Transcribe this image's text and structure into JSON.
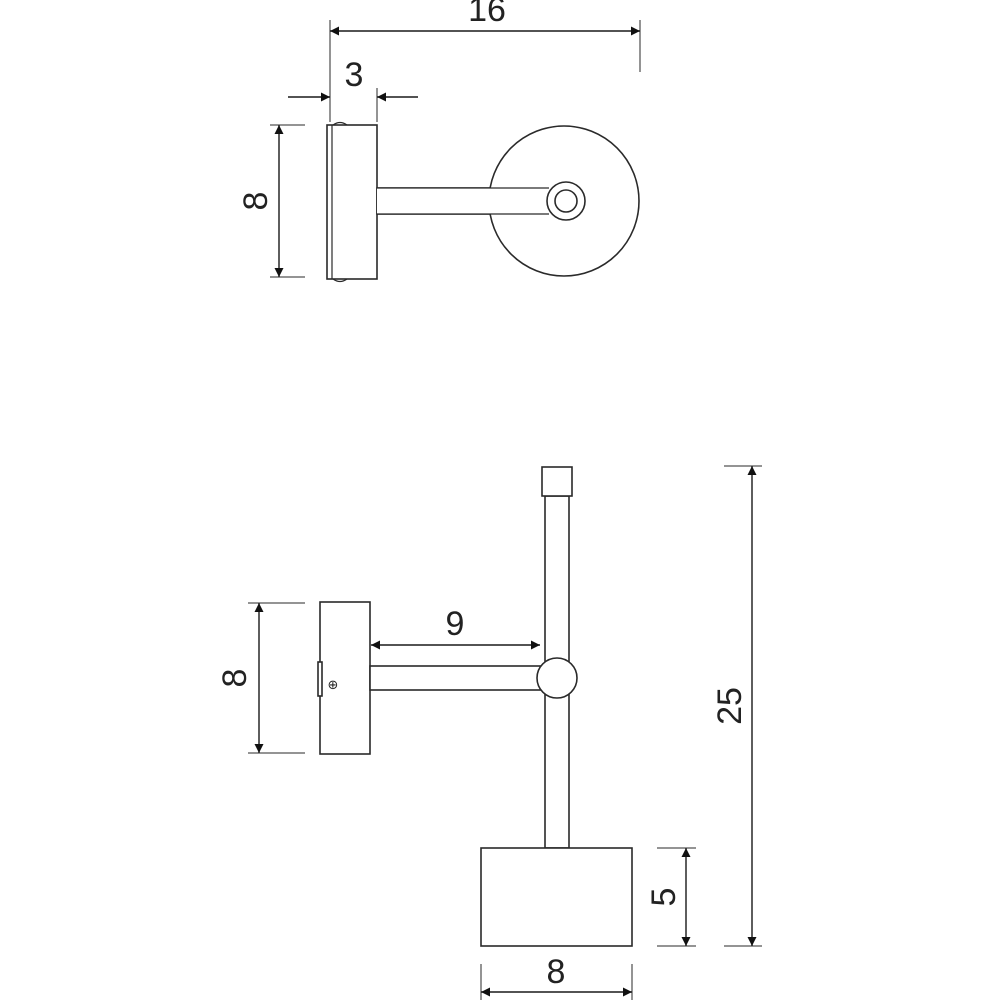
{
  "colors": {
    "line": "#2a2a2a",
    "background": "#ffffff"
  },
  "top_view": {
    "dim_overall_length": "16",
    "dim_base_depth": "3",
    "dim_base_height": "8"
  },
  "side_view": {
    "dim_arm_length": "9",
    "dim_base_height": "8",
    "dim_total_height": "25",
    "dim_shade_height": "5",
    "dim_shade_width": "8"
  }
}
